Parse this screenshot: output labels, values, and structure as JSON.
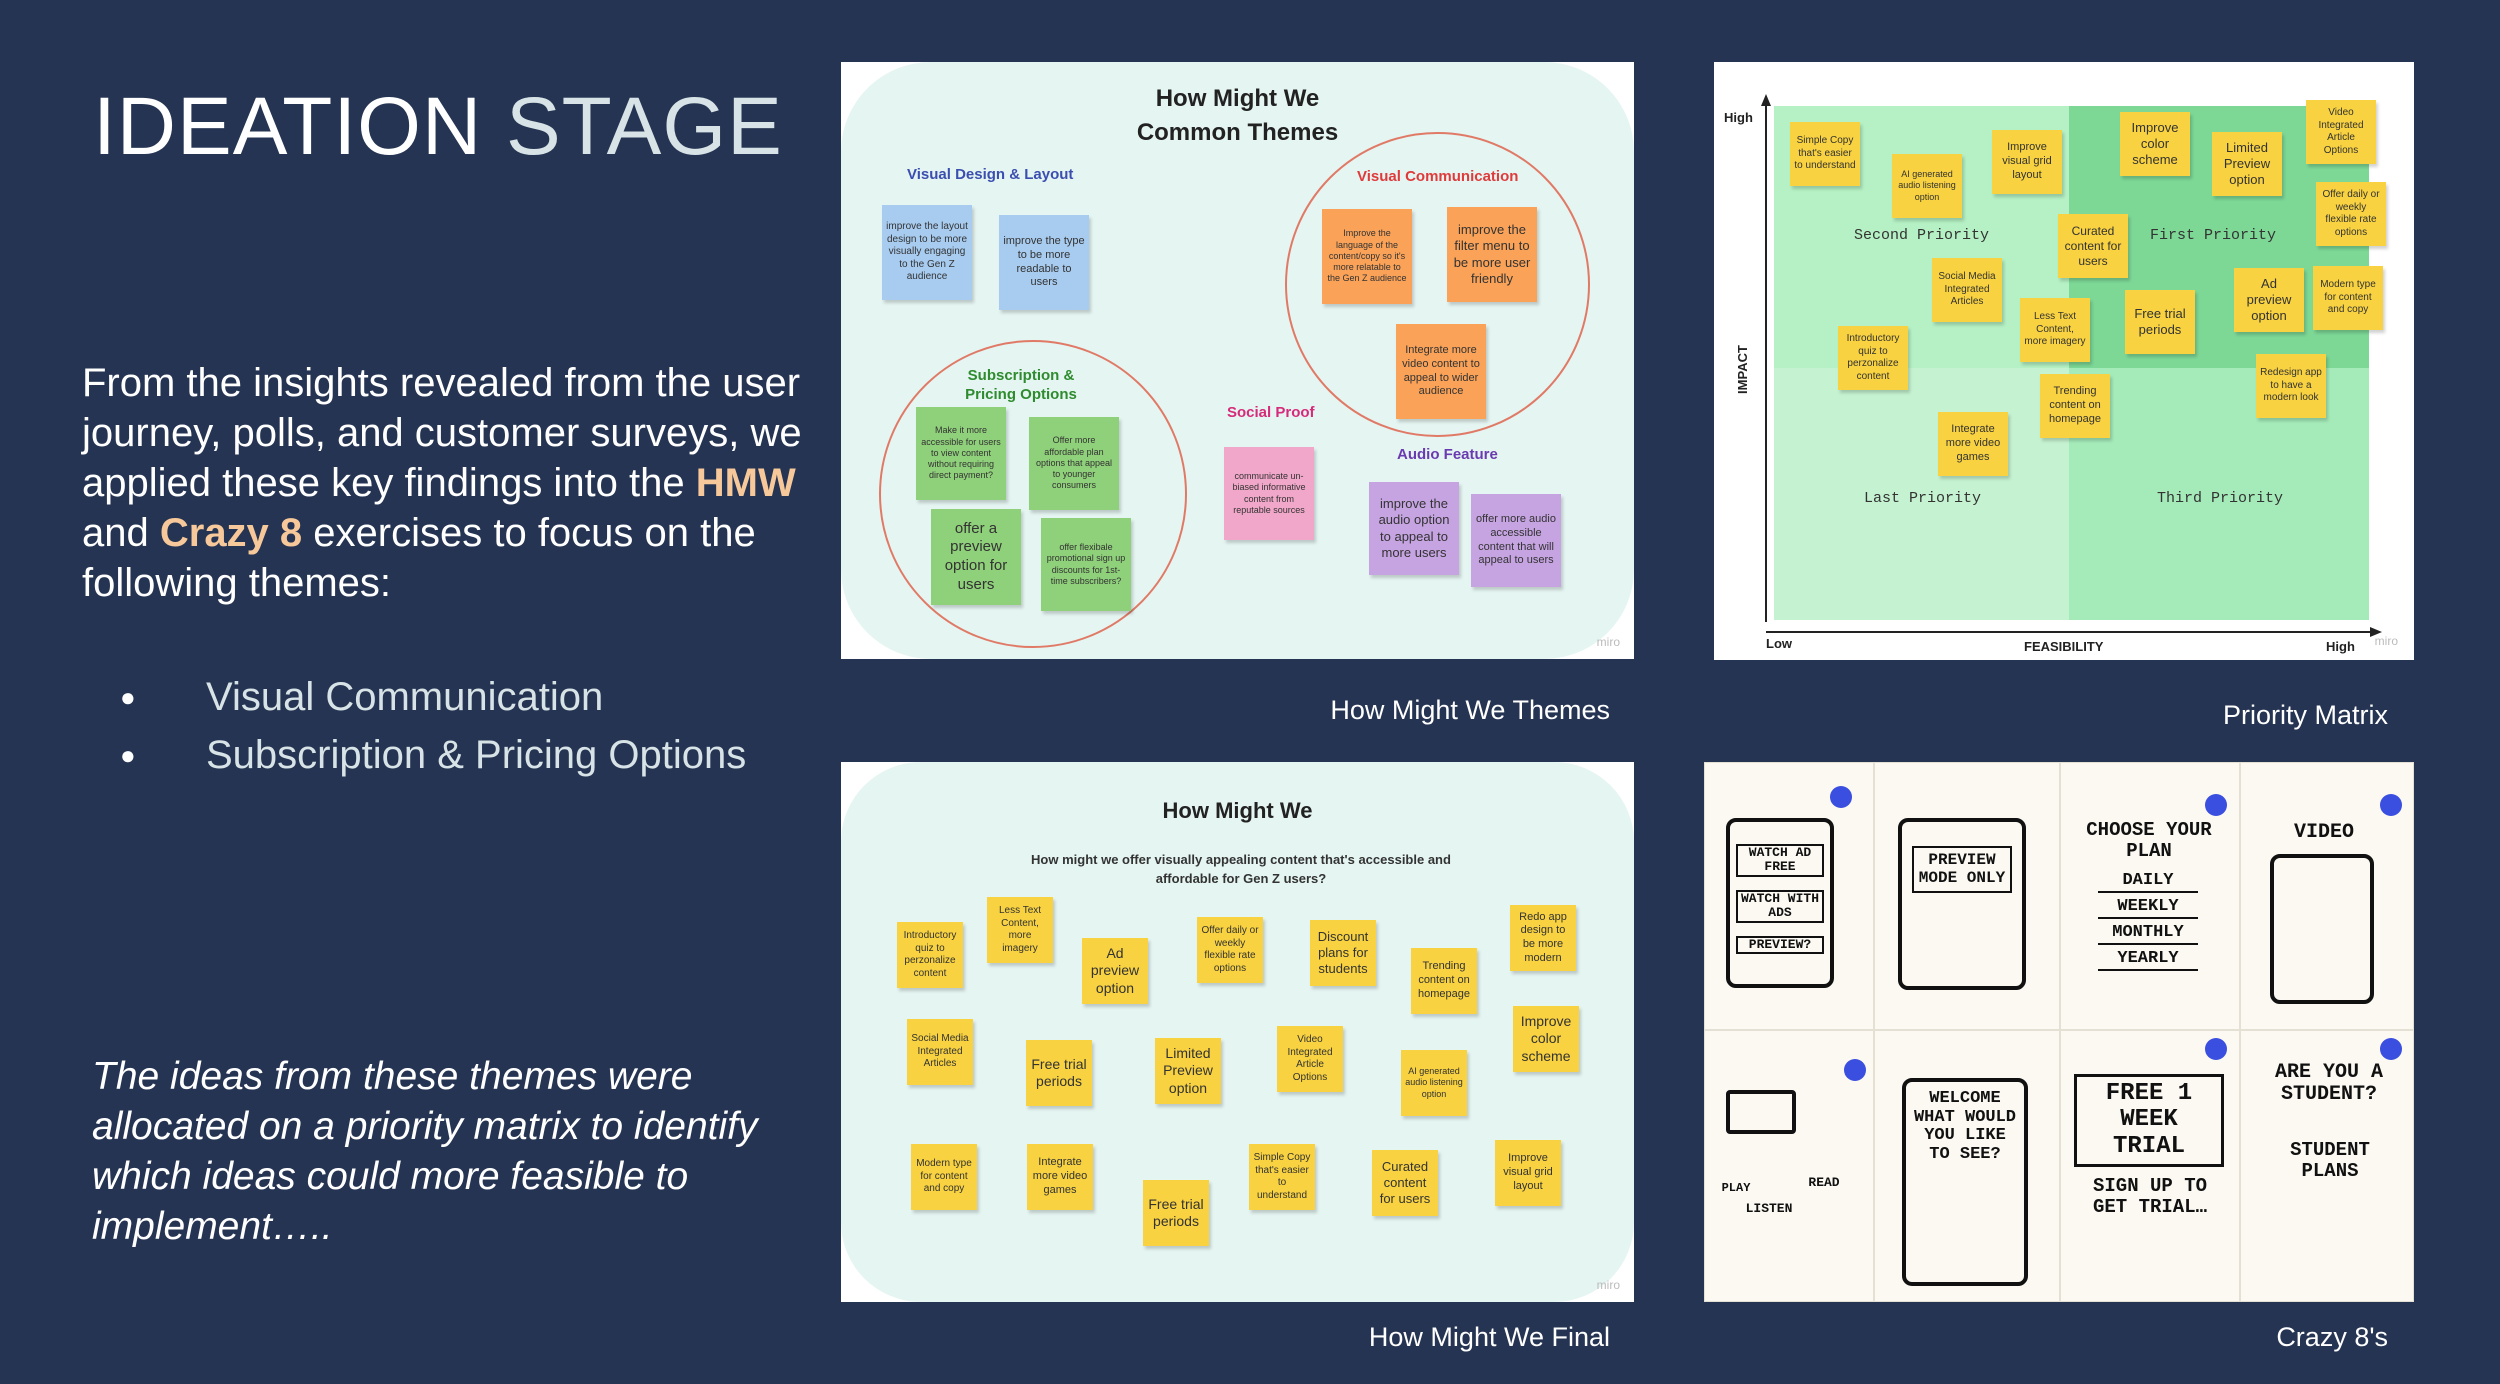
{
  "slide": {
    "title_main": "IDEATION",
    "title_accent": "STAGE",
    "intro_before": "From  the insights revealed from the user journey, polls, and customer surveys, we applied these key findings into the ",
    "intro_hmw": "HMW",
    "intro_and": " and ",
    "intro_crazy": "Crazy 8",
    "intro_after": " exercises to  focus on the  following themes:",
    "bullets": [
      "Visual Communication",
      "Subscription & Pricing Options"
    ],
    "outro": "The  ideas  from these themes  were allocated on  a priority matrix to identify which ideas could more feasible to implement….."
  },
  "captions": {
    "themes": "How Might We  Themes",
    "matrix": "Priority Matrix",
    "final": "How Might We Final",
    "crazy": "Crazy 8's"
  },
  "themes_board": {
    "title_line1": "How Might We",
    "title_line2": "Common Themes",
    "groups": {
      "visual_design": "Visual Design & Layout",
      "visual_comm": "Visual Communication",
      "subscription": "Subscription &\nPricing Options",
      "social": "Social Proof",
      "audio": "Audio Feature"
    },
    "notes": {
      "vd1": "improve the layout design to be more visually engaging to the Gen Z audience",
      "vd2": "improve the type to be more readable to users",
      "vc1": "Improve the language of the content/copy so it's more relatable to the Gen Z audience",
      "vc2": "improve the filter menu to be more user friendly",
      "vc3": "Integrate more video content to appeal to wider audience",
      "sp1": "Make it more accessible for users to view content without requiring direct payment?",
      "sp2": "Offer more affordable plan options that appeal to younger consumers",
      "sp3": "offer a preview option for users",
      "sp4": "offer flexibale promotional sign up discounts for 1st-time subscribers?",
      "so1": "communicate un-biased informative content from reputable sources",
      "au1": "improve the audio option to appeal to more users",
      "au2": "offer more audio accessible content that will appeal to users"
    },
    "watermark": "miro"
  },
  "matrix": {
    "high_y": "High",
    "impact": "IMPACT",
    "low": "Low",
    "feasibility": "FEASIBILITY",
    "high_x": "High",
    "quadrants": [
      "Second Priority",
      "First Priority",
      "Last Priority",
      "Third Priority"
    ],
    "notes": {
      "m1": "Simple Copy that's easier to understand",
      "m2": "AI generated audio listening option",
      "m3": "Improve visual grid layout",
      "m4": "Improve color scheme",
      "m5": "Limited Preview option",
      "m6": "Video Integrated Article Options",
      "m7": "Offer daily or weekly flexible rate options",
      "m8": "Curated content for users",
      "m9": "Social Media Integrated Articles",
      "m10": "Less Text Content, more imagery",
      "m11": "Free trial periods",
      "m12": "Ad preview option",
      "m13": "Modern type for content and copy",
      "m14": "Introductory quiz to perzonalize content",
      "m15": "Trending content on homepage",
      "m16": "Redesign app to have a modern look",
      "m17": "Integrate more video games"
    },
    "watermark": "miro"
  },
  "final_board": {
    "title": "How Might We",
    "question": "How might we offer visually appealing content that's accessible and affordable for Gen Z users?",
    "notes": {
      "f1": "Introductory quiz to perzonalize content",
      "f2": "Less Text Content, more imagery",
      "f3": "Ad preview option",
      "f4": "Offer daily or weekly flexible rate options",
      "f5": "Discount plans for students",
      "f6": "Trending content on homepage",
      "f7": "Redo app design to be more modern",
      "f8": "Social Media Integrated Articles",
      "f9": "Free trial periods",
      "f10": "Limited Preview option",
      "f11": "Video Integrated Article Options",
      "f12": "AI generated audio listening option",
      "f13": "Improve color scheme",
      "f14": "Modern type for content and copy",
      "f15": "Integrate more video games",
      "f16": "Free trial periods",
      "f17": "Simple Copy that's easier to understand",
      "f18": "Curated content for users",
      "f19": "Improve visual grid layout"
    },
    "watermark": "miro"
  },
  "crazy8": {
    "s1_a": "WATCH AD FREE",
    "s1_b": "WATCH WITH ADS",
    "s1_c": "PREVIEW?",
    "s2": "PREVIEW MODE ONLY",
    "s3_title": "CHOOSE YOUR PLAN",
    "s3_opts": [
      "DAILY",
      "WEEKLY",
      "MONTHLY",
      "YEARLY"
    ],
    "s4": "VIDEO",
    "s5_a": "PLAY",
    "s5_b": "READ",
    "s5_c": "LISTEN",
    "s6": "WELCOME WHAT WOULD YOU LIKE TO SEE?",
    "s7_a": "FREE 1 WEEK TRIAL",
    "s7_b": "SIGN UP TO GET TRIAL…",
    "s8_a": "ARE YOU A STUDENT?",
    "s8_b": "STUDENT PLANS"
  }
}
